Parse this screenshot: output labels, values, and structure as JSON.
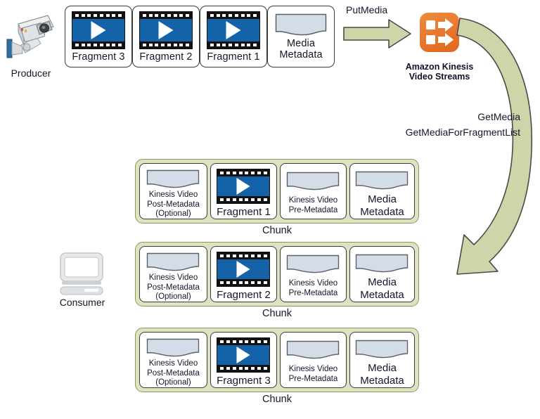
{
  "colors": {
    "fragment_blue": "#1463a8",
    "aws_orange": "#e8762d",
    "arrow_green": "#cdd6a8",
    "chunk_green": "#dde3c2",
    "chunk_border": "#8a9a55",
    "doc_fill": "#d4dce8",
    "outline": "#3a3a3a"
  },
  "producer": {
    "label": "Producer",
    "icon": "security-camera-icon"
  },
  "consumer": {
    "label": "Consumer",
    "icon": "desktop-computer-icon"
  },
  "service": {
    "icon": "amazon-kinesis-video-streams-icon",
    "line1": "Amazon Kinesis",
    "line2": "Video Streams"
  },
  "producer_stream": {
    "items": [
      {
        "label": "Fragment 3",
        "icon": "film-strip-icon"
      },
      {
        "label": "Fragment 2",
        "icon": "film-strip-icon"
      },
      {
        "label": "Fragment 1",
        "icon": "film-strip-icon"
      },
      {
        "label_line1": "Media",
        "label_line2": "Metadata",
        "icon": "metadata-document-icon"
      }
    ]
  },
  "apis": {
    "put": "PutMedia",
    "get1": "GetMedia",
    "get2": "GetMediaForFragmentList"
  },
  "chunks": [
    {
      "caption": "Chunk",
      "cells": [
        {
          "kind": "metadata",
          "line1": "Kinesis Video",
          "line2": "Post-Metadata",
          "line3": "(Optional)",
          "icon": "metadata-document-icon"
        },
        {
          "kind": "fragment",
          "line1": "Fragment 1",
          "icon": "film-strip-icon"
        },
        {
          "kind": "metadata",
          "line1": "Kinesis Video",
          "line2": "Pre-Metadata",
          "icon": "metadata-document-icon"
        },
        {
          "kind": "metadata-big",
          "line1": "Media",
          "line2": "Metadata",
          "icon": "metadata-document-icon"
        }
      ]
    },
    {
      "caption": "Chunk",
      "cells": [
        {
          "kind": "metadata",
          "line1": "Kinesis Video",
          "line2": "Post-Metadata",
          "line3": "(Optional)",
          "icon": "metadata-document-icon"
        },
        {
          "kind": "fragment",
          "line1": "Fragment 2",
          "icon": "film-strip-icon"
        },
        {
          "kind": "metadata",
          "line1": "Kinesis Video",
          "line2": "Pre-Metadata",
          "icon": "metadata-document-icon"
        },
        {
          "kind": "metadata-big",
          "line1": "Media",
          "line2": "Metadata",
          "icon": "metadata-document-icon"
        }
      ]
    },
    {
      "caption": "Chunk",
      "cells": [
        {
          "kind": "metadata",
          "line1": "Kinesis Video",
          "line2": "Post-Metadata",
          "line3": "(Optional)",
          "icon": "metadata-document-icon"
        },
        {
          "kind": "fragment",
          "line1": "Fragment 3",
          "icon": "film-strip-icon"
        },
        {
          "kind": "metadata",
          "line1": "Kinesis Video",
          "line2": "Pre-Metadata",
          "icon": "metadata-document-icon"
        },
        {
          "kind": "metadata-big",
          "line1": "Media",
          "line2": "Metadata",
          "icon": "metadata-document-icon"
        }
      ]
    }
  ]
}
